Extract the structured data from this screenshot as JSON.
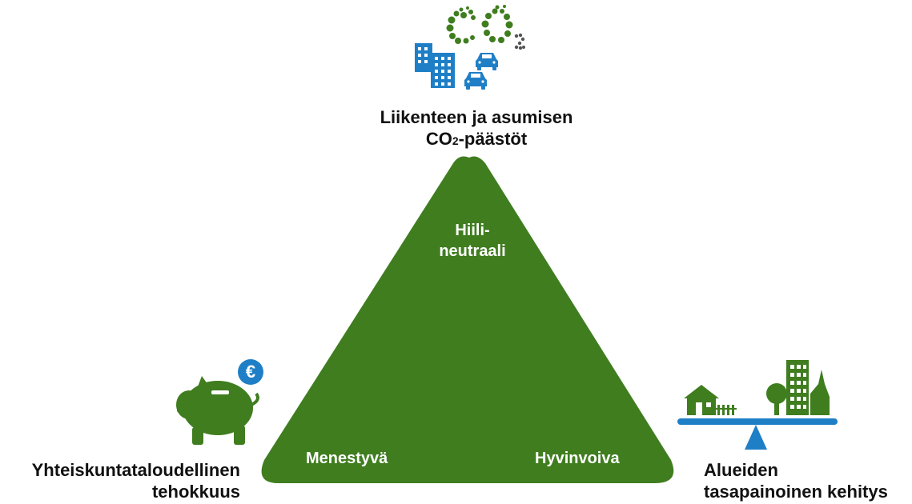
{
  "colors": {
    "green": "#3f7d1f",
    "blue": "#1f7fc6",
    "dark_dot": "#555555",
    "text": "#111111"
  },
  "top": {
    "icon": "co2-city-traffic-icon",
    "co2_symbol": {
      "main": "CO",
      "subscript": "2"
    },
    "caption_line1": "Liikenteen ja asumisen",
    "caption_co": "CO",
    "caption_sub": "2",
    "caption_rest": "-päästöt"
  },
  "triangle": {
    "top_label_line1": "Hiili-",
    "top_label_line2": "neutraali",
    "left_label": "Menestyvä",
    "right_label": "Hyvinvoiva"
  },
  "left": {
    "icon": "piggy-bank-euro-icon",
    "euro_symbol": "€",
    "caption_line1": "Yhteiskuntataloudellinen",
    "caption_line2": "tehokkuus"
  },
  "right": {
    "icon": "balance-scale-town-city-icon",
    "caption_line1": "Alueiden",
    "caption_line2": "tasapainoinen kehitys"
  }
}
